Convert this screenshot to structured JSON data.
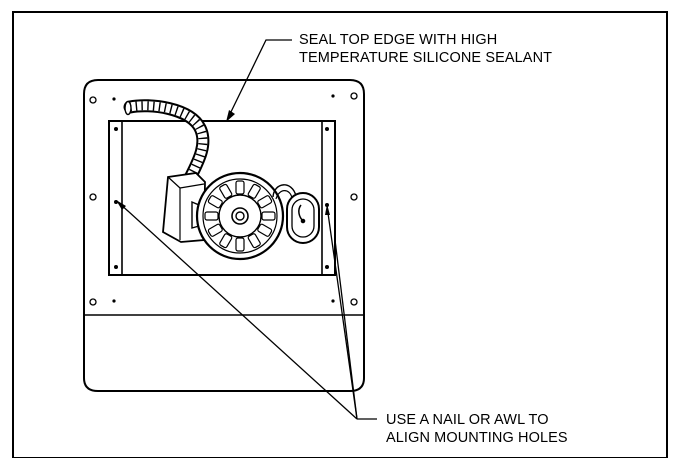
{
  "annotations": {
    "top": {
      "line1": "SEAL TOP EDGE WITH HIGH",
      "line2": "TEMPERATURE SILICONE SEALANT"
    },
    "bottom": {
      "line1": "USE A NAIL OR AWL TO",
      "line2": "ALIGN MOUNTING HOLES"
    }
  },
  "colors": {
    "line": "#000000",
    "background": "#ffffff"
  }
}
